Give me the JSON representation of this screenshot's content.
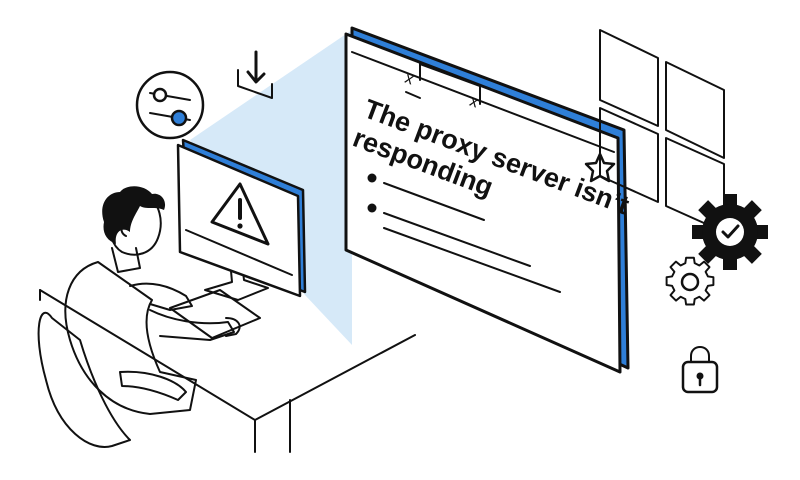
{
  "popup": {
    "headline_line1": "The proxy server isn’t",
    "headline_line2": "responding",
    "tab_close_glyph": "x"
  },
  "icons": {
    "warning": "warning-icon",
    "download": "download-icon",
    "settings_sliders": "sliders-icon",
    "star": "star-icon",
    "windows_logo": "windows-logo-icon",
    "gear_check": "gear-check-icon",
    "gear": "gear-icon",
    "lock": "lock-icon"
  },
  "colors": {
    "accent_blue": "#2f7fd8",
    "beam_blue": "#d6e9f8",
    "ink": "#111111",
    "background": "#ffffff"
  }
}
